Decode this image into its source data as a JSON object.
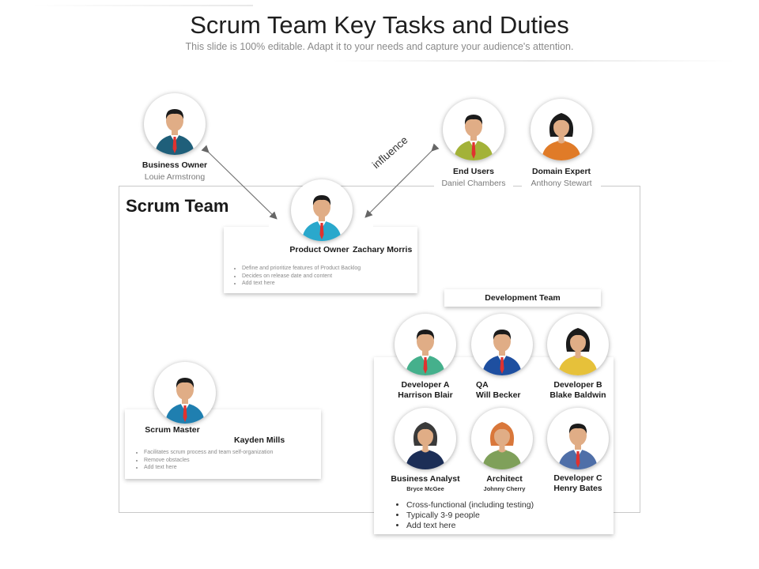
{
  "header": {
    "title": "Scrum Team Key Tasks and Duties",
    "subtitle": "This slide is 100% editable. Adapt it to your needs and capture your audience's attention."
  },
  "scrum_team_label": "Scrum Team",
  "influence_label": "influence",
  "business_owner": {
    "role": "Business Owner",
    "name": "Louie Armstrong"
  },
  "end_users": {
    "role": "End Users",
    "name": "Daniel Chambers"
  },
  "domain_expert": {
    "role": "Domain Expert",
    "name": "Anthony Stewart"
  },
  "product_owner": {
    "role": "Product Owner",
    "name": "Zachary Morris",
    "duties": [
      "Define and prioritize features of Product Backlog",
      "Decides on release date and content",
      "Add text here"
    ]
  },
  "scrum_master": {
    "role": "Scrum Master",
    "name": "Kayden Mills",
    "duties": [
      "Facilitates scrum process and team self-organization",
      "Remove obstacles",
      "Add text here"
    ]
  },
  "development_team": {
    "label": "Development Team",
    "developer_a": {
      "role": "Developer A",
      "name": "Harrison Blair"
    },
    "qa": {
      "role": "QA",
      "name": "Will Becker"
    },
    "developer_b": {
      "role": "Developer B",
      "name": "Blake Baldwin"
    },
    "business_analyst": {
      "role": "Business Analyst",
      "name": "Bryce McGee"
    },
    "architect": {
      "role": "Architect",
      "name": "Johnny Cherry"
    },
    "developer_c": {
      "role": "Developer C",
      "name": "Henry Bates"
    },
    "bullets": [
      "Cross-functional (including testing)",
      "Typically 3-9 people",
      "Add text here"
    ]
  },
  "colors": {
    "skin": "#e0ad86",
    "hair": "#1b1b1b",
    "suit_teal": "#1f5f7a",
    "shirt_cyan": "#2aa8cc",
    "shirt_olive": "#a3b238",
    "shirt_orange": "#e07b28",
    "shirt_green": "#45b08c",
    "suit_blue": "#1e4fa0",
    "shirt_yellow": "#e6c13a",
    "suit_navy": "#1c2e56",
    "shirt_sage": "#7fa05a",
    "suit_steel": "#4f6fa8",
    "tie_red": "#e0322f"
  }
}
